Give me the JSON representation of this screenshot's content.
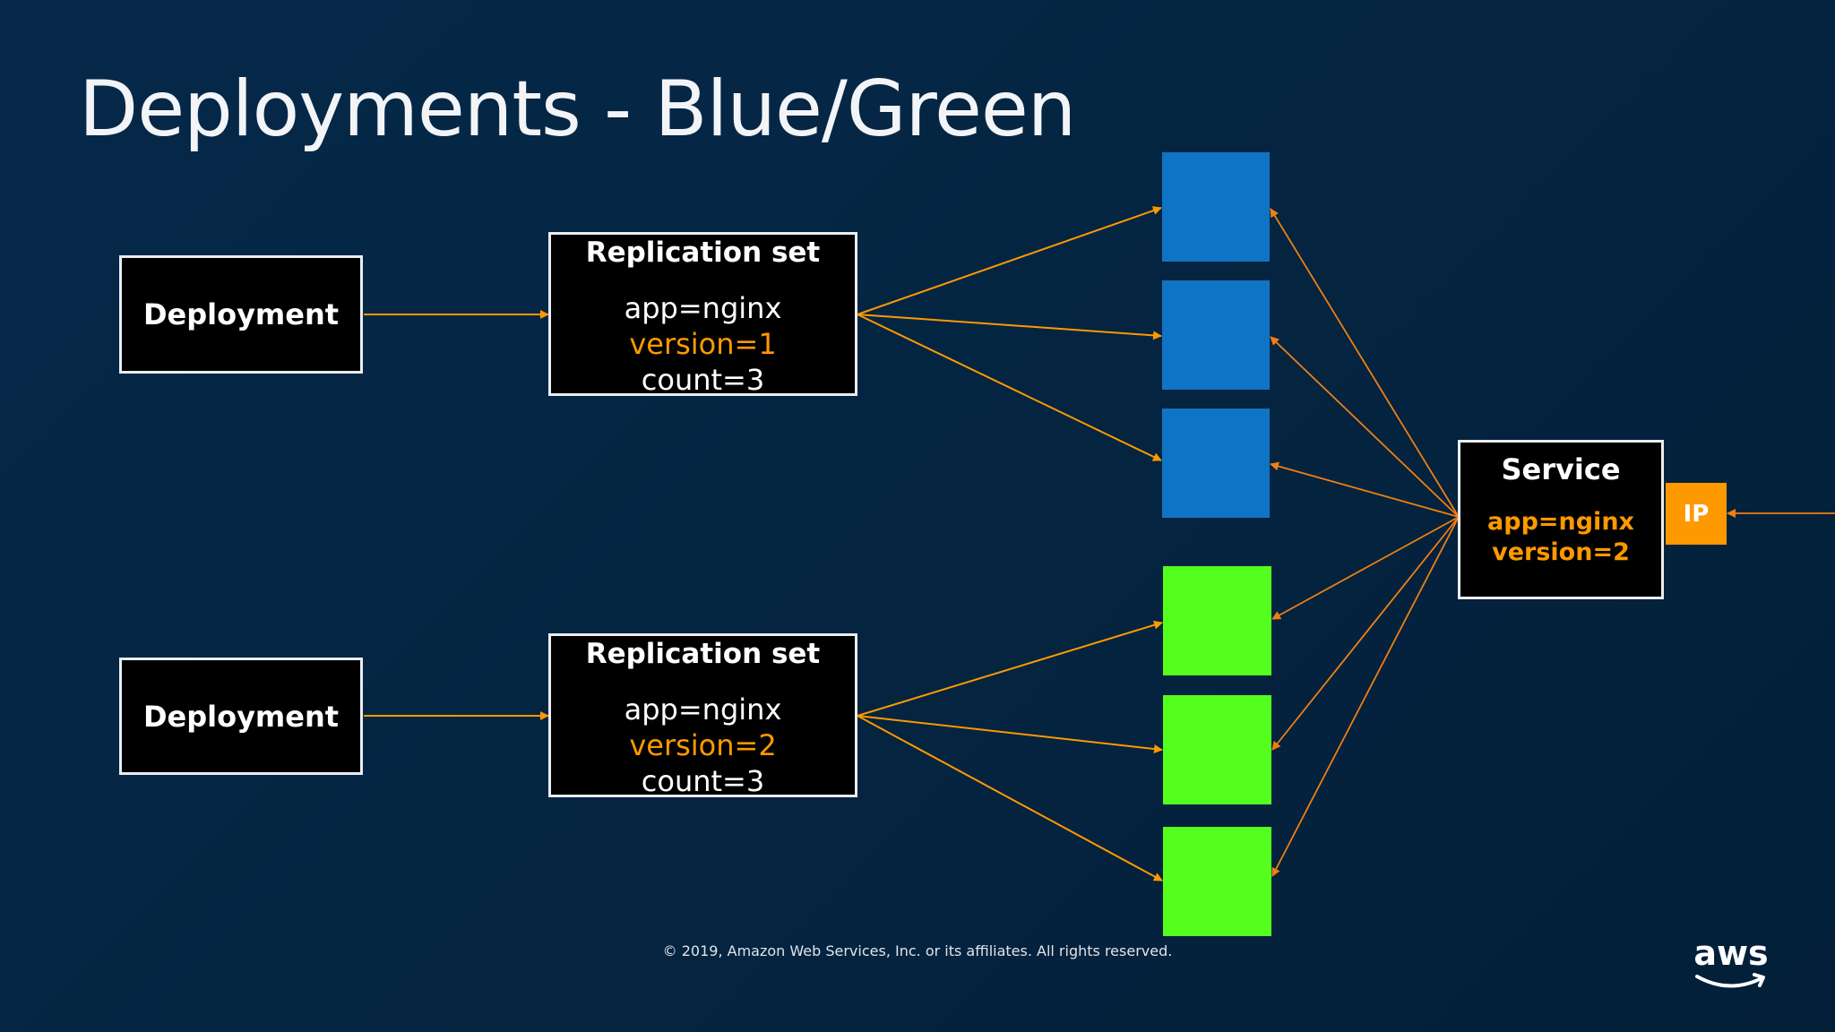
{
  "slide": {
    "title": "Deployments - Blue/Green",
    "footer": "© 2019, Amazon Web Services, Inc. or its affiliates. All rights reserved.",
    "logo_text": "aws"
  },
  "colors": {
    "background": "#04243f",
    "arrow": "#ff9900",
    "service_arrow": "#f07e12",
    "blue_pod": "#0f74c4",
    "green_pod": "#54ff1e",
    "highlight": "#ff9900"
  },
  "deployments": [
    {
      "label": "Deployment"
    },
    {
      "label": "Deployment"
    }
  ],
  "replication_sets": [
    {
      "title": "Replication set",
      "app": "app=nginx",
      "version": "version=1",
      "count": "count=3"
    },
    {
      "title": "Replication set",
      "app": "app=nginx",
      "version": "version=2",
      "count": "count=3"
    }
  ],
  "pods": {
    "blue": [
      "pod",
      "pod",
      "pod"
    ],
    "green": [
      "pod",
      "pod",
      "pod"
    ]
  },
  "service": {
    "title": "Service",
    "selector_app": "app=nginx",
    "selector_version": "version=2",
    "ip_label": "IP"
  }
}
